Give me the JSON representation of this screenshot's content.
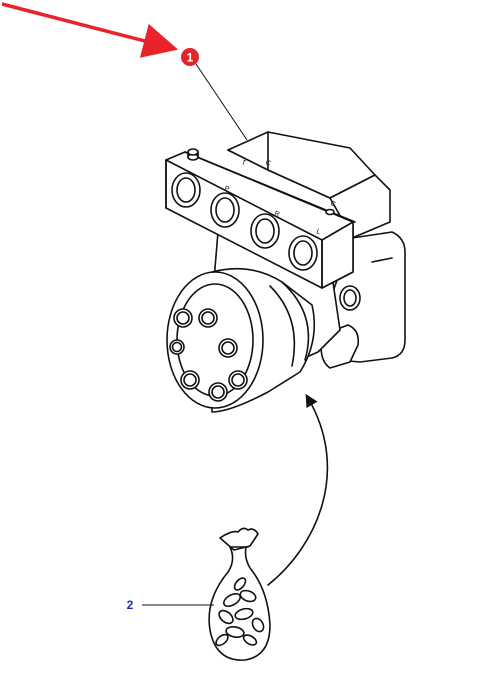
{
  "callouts": [
    {
      "id": "1",
      "label": "1",
      "color": "#e0262b",
      "text_color": "#ffffff",
      "style": "filled-circle"
    },
    {
      "id": "2",
      "label": "2",
      "color": "#1f2fa0",
      "style": "plain-text"
    }
  ],
  "port_markings": {
    "block_top": [
      "T",
      "C"
    ],
    "block_front": [
      "P",
      "R",
      "L",
      "C"
    ]
  },
  "colors": {
    "pointer_arrow": "#e8232a",
    "line_art": "#111111",
    "background": "#ffffff"
  }
}
